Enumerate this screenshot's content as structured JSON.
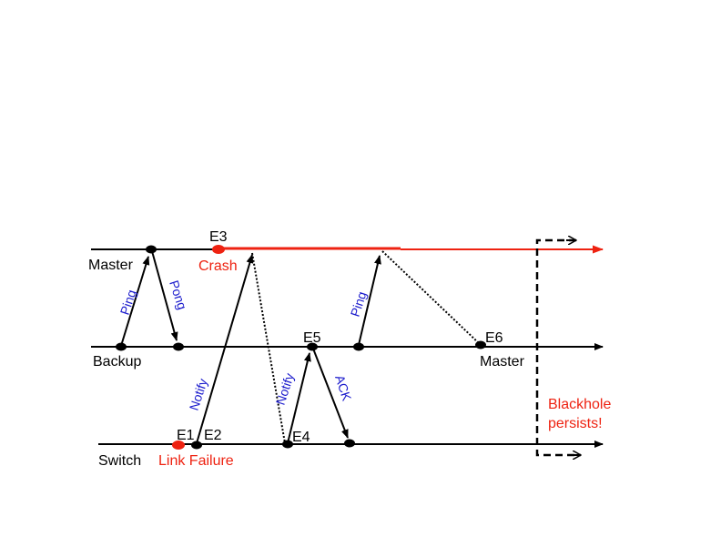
{
  "lanes": {
    "master": "Master",
    "backup": "Backup",
    "switch": "Switch",
    "new_master": "Master"
  },
  "events": {
    "e1": "E1",
    "e2": "E2",
    "e3": "E3",
    "e4": "E4",
    "e5": "E5",
    "e6": "E6"
  },
  "annotations": {
    "crash": "Crash",
    "link_failure": "Link Failure",
    "blackhole_line1": "Blackhole",
    "blackhole_line2": "persists!"
  },
  "messages": {
    "ping1": "Ping",
    "pong": "Pong",
    "notify1": "Notify",
    "notify2": "Notify",
    "ack": "ACK",
    "ping2": "Ping"
  },
  "colors": {
    "line": "#000000",
    "failure": "#ee2211",
    "message_text": "#1a1acc"
  }
}
